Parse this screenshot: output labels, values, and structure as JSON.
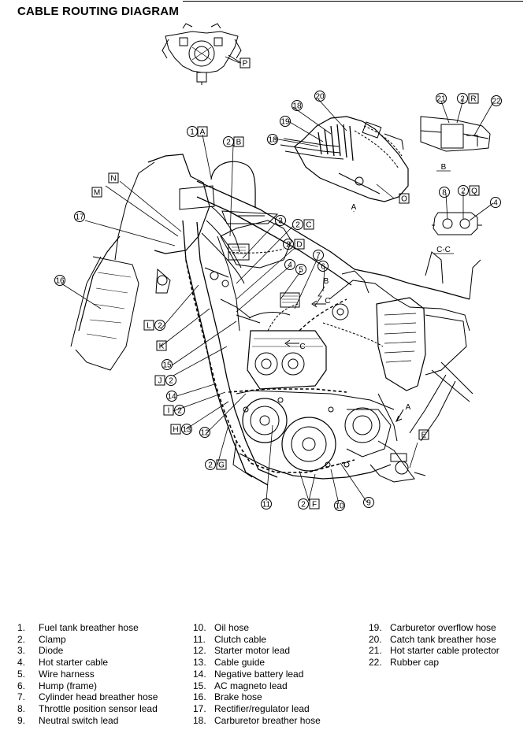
{
  "title": "CABLE ROUTING DIAGRAM",
  "callouts": {
    "n1": "1",
    "n2": "2",
    "n3": "3",
    "n4": "4",
    "n5": "5",
    "n6": "6",
    "n7": "7",
    "n8": "8",
    "n9": "9",
    "n10": "10",
    "n11": "11",
    "n12": "12",
    "n13": "13",
    "n14": "14",
    "n15": "15",
    "n16": "16",
    "n17": "17",
    "n18": "18",
    "n19": "19",
    "n20": "20",
    "n21": "21",
    "n22": "22"
  },
  "letters": {
    "A": "A",
    "B": "B",
    "C": "C",
    "D": "D",
    "E": "E",
    "F": "F",
    "G": "G",
    "H": "H",
    "I": "I",
    "J": "J",
    "K": "K",
    "L": "L",
    "M": "M",
    "N": "N",
    "O": "O",
    "P": "P",
    "Q": "Q",
    "R": "R"
  },
  "view_labels": {
    "view_a": "A",
    "view_b": "B",
    "view_cc": "C-C",
    "arrow_a": "A",
    "arrow_b": "B",
    "arrow_c1": "C",
    "arrow_c2": "C"
  },
  "legend": [
    {
      "num": "1.",
      "text": "Fuel tank breather hose"
    },
    {
      "num": "2.",
      "text": "Clamp"
    },
    {
      "num": "3.",
      "text": "Diode"
    },
    {
      "num": "4.",
      "text": "Hot starter cable"
    },
    {
      "num": "5.",
      "text": "Wire harness"
    },
    {
      "num": "6.",
      "text": "Hump (frame)"
    },
    {
      "num": "7.",
      "text": "Cylinder head breather hose"
    },
    {
      "num": "8.",
      "text": "Throttle position sensor lead"
    },
    {
      "num": "9.",
      "text": "Neutral switch lead"
    },
    {
      "num": "10.",
      "text": "Oil hose"
    },
    {
      "num": "11.",
      "text": "Clutch cable"
    },
    {
      "num": "12.",
      "text": "Starter motor lead"
    },
    {
      "num": "13.",
      "text": "Cable guide"
    },
    {
      "num": "14.",
      "text": "Negative battery lead"
    },
    {
      "num": "15.",
      "text": "AC magneto lead"
    },
    {
      "num": "16.",
      "text": "Brake hose"
    },
    {
      "num": "17.",
      "text": "Rectifier/regulator lead"
    },
    {
      "num": "18.",
      "text": "Carburetor breather hose"
    },
    {
      "num": "19.",
      "text": "Carburetor overflow hose"
    },
    {
      "num": "20.",
      "text": "Catch tank breather hose"
    },
    {
      "num": "21.",
      "text": "Hot starter cable protector"
    },
    {
      "num": "22.",
      "text": "Rubber cap"
    }
  ]
}
